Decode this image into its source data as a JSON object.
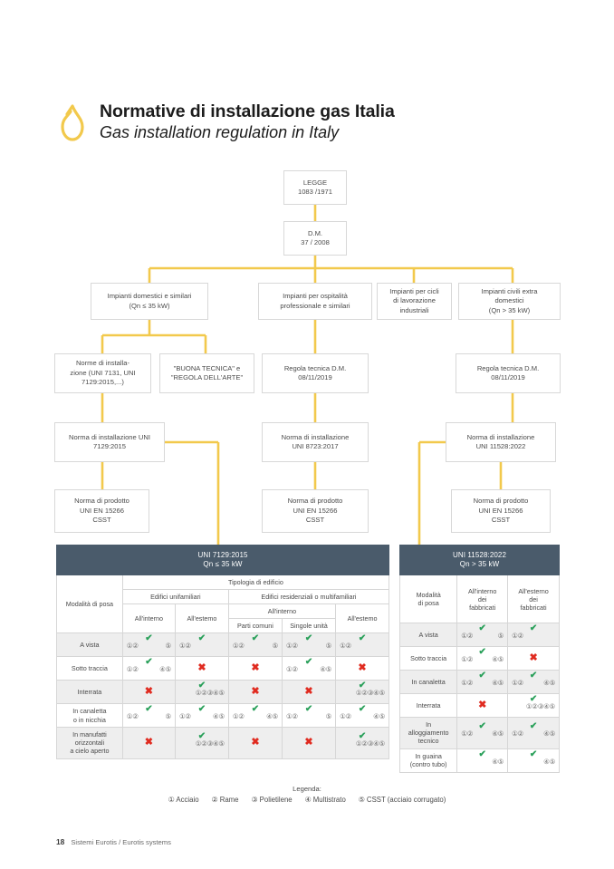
{
  "header": {
    "icon": "flame-icon",
    "title_it": "Normative di installazione gas Italia",
    "title_en": "Gas installation regulation in Italy"
  },
  "colors": {
    "connector": "#f2c94c",
    "banner": "#4a5b6b",
    "check": "#2aa05a",
    "cross": "#e02b20",
    "node_border": "#d8d8d8",
    "zebra": "#eeeeee"
  },
  "flowchart": {
    "nodes": [
      {
        "id": "legge",
        "lines": [
          "LEGGE",
          "1083 /1971"
        ]
      },
      {
        "id": "dm",
        "lines": [
          "D.M.",
          "37 / 2008"
        ]
      },
      {
        "id": "domestici",
        "lines": [
          "Impianti domestici e similari",
          "(Qn ≤ 35 kW)"
        ]
      },
      {
        "id": "ospitalita",
        "lines": [
          "Impianti per ospitalità",
          "professionale e similari"
        ]
      },
      {
        "id": "industriali",
        "lines": [
          "Impianti per cicli",
          "di lavorazione",
          "industriali"
        ]
      },
      {
        "id": "civili-extra",
        "lines": [
          "Impianti civili extra",
          "domestici",
          "(Qn > 35 kW)"
        ]
      },
      {
        "id": "norme-inst",
        "lines": [
          "Norme di installa-",
          "zione (UNI 7131, UNI",
          "7129:2015,...)"
        ]
      },
      {
        "id": "buona-tecnica",
        "lines": [
          "\"BUONA TECNICA\" e",
          "\"REGOLA DELL'ARTE\""
        ]
      },
      {
        "id": "regola-dm-1",
        "lines": [
          "Regola tecnica D.M.",
          "08/11/2019"
        ]
      },
      {
        "id": "regola-dm-2",
        "lines": [
          "Regola tecnica D.M.",
          "08/11/2019"
        ]
      },
      {
        "id": "uni7129",
        "lines": [
          "Norma di installazione UNI",
          "7129:2015"
        ]
      },
      {
        "id": "uni8723",
        "lines": [
          "Norma di installazione",
          "UNI 8723:2017"
        ]
      },
      {
        "id": "uni11528",
        "lines": [
          "Norma di installazione",
          "UNI 11528:2022"
        ]
      },
      {
        "id": "prodotto-1",
        "lines": [
          "Norma di prodotto",
          "UNI EN 15266",
          "CSST"
        ]
      },
      {
        "id": "prodotto-2",
        "lines": [
          "Norma di prodotto",
          "UNI EN 15266",
          "CSST"
        ]
      },
      {
        "id": "prodotto-3",
        "lines": [
          "Norma di prodotto",
          "UNI EN 15266",
          "CSST"
        ]
      }
    ]
  },
  "table_left": {
    "banner": [
      "UNI 7129:2015",
      "Qn ≤ 35 kW"
    ],
    "row_header": "Modalità di posa",
    "group_all": "Tipologia di edificio",
    "group_uni": "Edifici unifamiliari",
    "group_multi": "Edifici residenziali o multifamiliari",
    "group_multi_interno": "All'interno",
    "columns": [
      "All'interno",
      "All'estemo",
      "Parti comuni",
      "Singole unità",
      "All'estemo"
    ],
    "rows": [
      {
        "label": "A vista",
        "cells": [
          {
            "mark": "check",
            "left": "①②",
            "right": "⑤"
          },
          {
            "mark": "check",
            "left": "①②",
            "right": ""
          },
          {
            "mark": "check",
            "left": "①②",
            "right": "⑤"
          },
          {
            "mark": "check",
            "left": "①②",
            "right": "⑤"
          },
          {
            "mark": "check",
            "left": "①②",
            "right": ""
          }
        ]
      },
      {
        "label": "Sotto traccia",
        "cells": [
          {
            "mark": "check",
            "left": "①②",
            "right": "④⑤"
          },
          {
            "mark": "cross",
            "left": "",
            "right": ""
          },
          {
            "mark": "cross",
            "left": "",
            "right": ""
          },
          {
            "mark": "check",
            "left": "①②",
            "right": "④⑤"
          },
          {
            "mark": "cross",
            "left": "",
            "right": ""
          }
        ]
      },
      {
        "label": "Interrata",
        "cells": [
          {
            "mark": "cross",
            "left": "",
            "right": ""
          },
          {
            "mark": "check",
            "left": "",
            "right": "①②③④⑤"
          },
          {
            "mark": "cross",
            "left": "",
            "right": ""
          },
          {
            "mark": "cross",
            "left": "",
            "right": ""
          },
          {
            "mark": "check",
            "left": "",
            "right": "①②③④⑤"
          }
        ]
      },
      {
        "label": "In canaletta\no in nicchia",
        "cells": [
          {
            "mark": "check",
            "left": "①②",
            "right": "⑤"
          },
          {
            "mark": "check",
            "left": "①②",
            "right": "④⑤"
          },
          {
            "mark": "check",
            "left": "①②",
            "right": "④⑤"
          },
          {
            "mark": "check",
            "left": "①②",
            "right": "⑤"
          },
          {
            "mark": "check",
            "left": "①②",
            "right": "④⑤"
          }
        ]
      },
      {
        "label": "In manufatti\norizzontali\na cielo aperto",
        "cells": [
          {
            "mark": "cross",
            "left": "",
            "right": ""
          },
          {
            "mark": "check",
            "left": "",
            "right": "①②③④⑤"
          },
          {
            "mark": "cross",
            "left": "",
            "right": ""
          },
          {
            "mark": "cross",
            "left": "",
            "right": ""
          },
          {
            "mark": "check",
            "left": "",
            "right": "①②③④⑤"
          }
        ]
      }
    ]
  },
  "table_right": {
    "banner": [
      "UNI 11528:2022",
      "Qn > 35 kW"
    ],
    "row_header": "Modalità\ndi posa",
    "columns": [
      "All'interno\ndei\nfabbricati",
      "All'esterno\ndei\nfabbricati"
    ],
    "rows": [
      {
        "label": "A vista",
        "cells": [
          {
            "mark": "check",
            "left": "①②",
            "right": "⑤"
          },
          {
            "mark": "check",
            "left": "①②",
            "right": ""
          }
        ]
      },
      {
        "label": "Sotto traccia",
        "cells": [
          {
            "mark": "check",
            "left": "①②",
            "right": "④⑤"
          },
          {
            "mark": "cross",
            "left": "",
            "right": ""
          }
        ]
      },
      {
        "label": "In canaletta",
        "cells": [
          {
            "mark": "check",
            "left": "①②",
            "right": "④⑤"
          },
          {
            "mark": "check",
            "left": "①②",
            "right": "④⑤"
          }
        ]
      },
      {
        "label": "Interrata",
        "cells": [
          {
            "mark": "cross",
            "left": "",
            "right": ""
          },
          {
            "mark": "check",
            "left": "",
            "right": "①②③④⑤"
          }
        ]
      },
      {
        "label": "In\nalloggiamento\ntecnico",
        "cells": [
          {
            "mark": "check",
            "left": "①②",
            "right": "④⑤"
          },
          {
            "mark": "check",
            "left": "①②",
            "right": "④⑤"
          }
        ]
      },
      {
        "label": "In guaina\n(contro tubo)",
        "cells": [
          {
            "mark": "check",
            "left": "",
            "right": "④⑤"
          },
          {
            "mark": "check",
            "left": "",
            "right": "④⑤"
          }
        ]
      }
    ]
  },
  "legend": {
    "title": "Legenda:",
    "items": [
      "① Acciaio",
      "② Rame",
      "③ Polietilene",
      "④ Multistrato",
      "⑤ CSST (acciaio corrugato)"
    ]
  },
  "footer": {
    "page": "18",
    "text": "Sistemi Eurotis / Eurotis systems"
  }
}
